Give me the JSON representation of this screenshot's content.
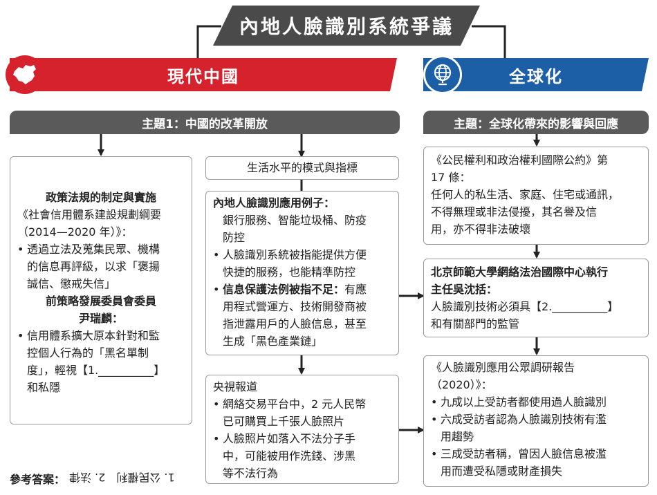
{
  "title": "內地人臉識別系統爭議",
  "left_banner": "現代中國",
  "right_banner": "全球化",
  "left_theme": "主題1：中國的改革開放",
  "right_theme": "主題：全球化帶來的影響與回應",
  "policy_box": {
    "heading": "政策法規的制定與實施",
    "doc_line1": "《社會信用體系建設規劃綱要",
    "doc_line2": "（2014—2020 年）》：",
    "bullet1_l1": "透過立法及蒐集民眾、機構",
    "bullet1_l2": "的信息再評級，以求「褒揚",
    "bullet1_l3": "誠信、懲戒失信」",
    "person_l1": "前策略發展委員會委員",
    "person_l2": "尹瑞麟：",
    "bullet2_l1": "信用體系擴大原本針對和監",
    "bullet2_l2": "控個人行為的「黑名單制",
    "bullet2_l3": "度」，輕視【1.__________】",
    "bullet2_l4": "和私隱"
  },
  "living_box": "生活水平的模式與指標",
  "examples_box": {
    "heading": "內地人臉識別應用例子：",
    "line1": "銀行服務、智能垃圾桶、防疫",
    "line2": "防控",
    "bullet1_l1": "人臉識別系統被指能提供方便",
    "bullet1_l2": "快捷的服務，也能精準防控",
    "bullet2_bold": "信息保護法例被指不足：",
    "bullet2_l1rest": "有應",
    "bullet2_l2": "用程式營運方、技術開發商被",
    "bullet2_l3": "指泄露用戶的人臉信息，甚至",
    "bullet2_l4": "生成「黑色產業鏈」"
  },
  "cctv_box": {
    "heading": "央視報道",
    "bullet1_l1": "網絡交易平台中，2 元人民幣",
    "bullet1_l2": "已可購買上千張人臉照片",
    "bullet2_l1": "人臉照片如落入不法分子手",
    "bullet2_l2": "中，可能被用作洗錢、涉黑",
    "bullet2_l3": "等不法行為"
  },
  "iccpr_box": {
    "line1": "《公民權利和政治權利國際公約》第",
    "line2": "17 條：",
    "line3": "任何人的私生活、家庭、住宅或通訊，",
    "line4": "不得無理或非法侵擾，其名譽及信",
    "line5": "用，亦不得非法破壞"
  },
  "bnu_box": {
    "line1": "北京師範大學網絡法治國際中心執行",
    "line2": "主任吳沈括：",
    "line3": "人臉識別技術必須具【2.__________】",
    "line4": "和有關部門的監管"
  },
  "survey_box": {
    "line1": "《人臉識別應用公眾調研報告",
    "line2": "（2020）》：",
    "bullet1": "九成以上受訪者都使用過人臉識別",
    "bullet2_l1": "六成受訪者認為人臉識別技術有濫",
    "bullet2_l2": "用趨勢",
    "bullet3_l1": "三成受訪者稱，曾因人臉信息被濫",
    "bullet3_l2": "用而遭受私隱或財產損失"
  },
  "answer": {
    "label": "參考答案：",
    "text": "1. 公民權利　2. 法律"
  },
  "colors": {
    "red": "#d5222c",
    "blue": "#1d5fa6",
    "dark": "#4a4a4a",
    "theme": "#5a5a5a"
  }
}
